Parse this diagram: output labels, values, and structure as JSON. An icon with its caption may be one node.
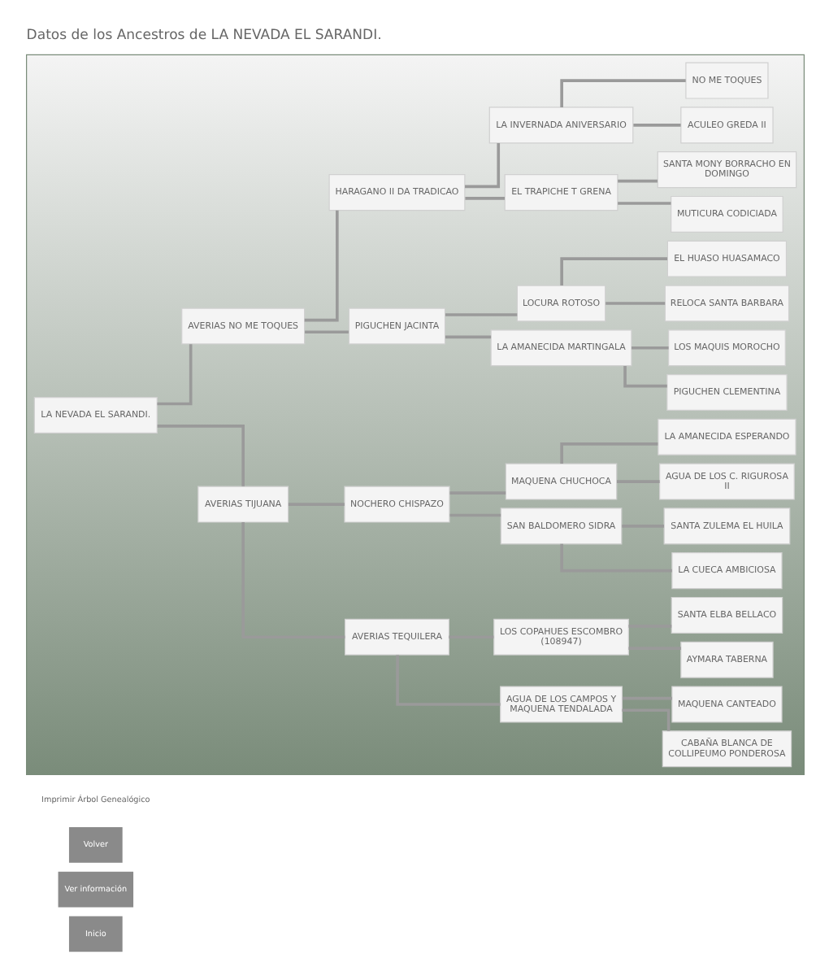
{
  "diagram": {
    "title": "Datos de los Ancestros de LA NEVADA EL SARANDI.",
    "nodes": [
      {
        "text": [],
        "shape": "box"
      },
      {
        "text": [
          "LA NEVADA EL SARANDI."
        ],
        "in": 0
      },
      {
        "text": [
          "AVERIAS NO ME TOQUES"
        ],
        "in": 0
      },
      {
        "text": [
          "AVERIAS TIJUANA"
        ],
        "in": 0
      },
      {
        "text": [
          "HARAGANO II DA TRADICAO"
        ],
        "in": 0
      },
      {
        "text": [
          "PIGUCHEN JACINTA"
        ],
        "in": 0
      },
      {
        "text": [
          "NOCHERO CHISPAZO"
        ],
        "in": 0
      },
      {
        "text": [
          "AVERIAS TEQUILERA"
        ],
        "in": 0
      },
      {
        "text": [
          "LA INVERNADA ANIVERSARIO"
        ],
        "in": 0
      },
      {
        "text": [
          "EL TRAPICHE T GRENA"
        ],
        "in": 0
      },
      {
        "text": [
          "LOCURA ROTOSO"
        ],
        "in": 0
      },
      {
        "text": [
          "LA AMANECIDA MARTINGALA"
        ],
        "in": 0
      },
      {
        "text": [
          "MAQUENA CHUCHOCA"
        ],
        "in": 0
      },
      {
        "text": [
          "SAN BALDOMERO SIDRA"
        ],
        "in": 0
      },
      {
        "text": [
          "LOS COPAHUES ESCOMBRO (108947)"
        ],
        "in": 0
      },
      {
        "text": [
          "AGUA DE LOS CAMPOS Y MAQUENA TENDALADA"
        ],
        "in": 0
      },
      {
        "text": [
          "NO ME TOQUES"
        ],
        "in": 0
      },
      {
        "text": [
          "ACULEO GREDA II"
        ],
        "in": 0
      },
      {
        "text": [
          "SANTA MONY BORRACHO EN DOMINGO"
        ],
        "in": 0
      },
      {
        "text": [
          "MUTICURA CODICIADA"
        ],
        "in": 0
      },
      {
        "text": [
          "EL HUASO HUASAMACO"
        ],
        "in": 0
      },
      {
        "text": [
          "RELOCA SANTA BARBARA"
        ],
        "in": 0
      },
      {
        "text": [
          "LOS MAQUIS MOROCHO"
        ],
        "in": 0
      },
      {
        "text": [
          "PIGUCHEN CLEMENTINA"
        ],
        "in": 0
      },
      {
        "text": [
          "LA AMANECIDA ESPERANDO"
        ],
        "in": 0
      },
      {
        "text": [
          "AGUA DE LOS C. RIGUROSA II"
        ],
        "in": 0
      },
      {
        "text": [
          "SANTA ZULEMA EL HUILA"
        ],
        "in": 0
      },
      {
        "text": [
          "LA CUECA AMBICIOSA"
        ],
        "in": 0
      },
      {
        "text": [
          "SANTA ELBA BELLACO"
        ],
        "in": 0
      },
      {
        "text": [
          "AYMARA TABERNA"
        ],
        "in": 0
      },
      {
        "text": [
          "MAQUENA CANTEADO"
        ],
        "in": 0
      },
      {
        "text": [
          "CABAÑA BLANCA DE COLLIPEUMO PONDEROSA"
        ],
        "in": 0
      }
    ],
    "edges": [
      {
        "from": 1,
        "to": 2,
        "arrow": "none"
      },
      {
        "from": 1,
        "to": 3,
        "arrow": "none"
      },
      {
        "from": 2,
        "to": 4,
        "arrow": "none"
      },
      {
        "from": 2,
        "to": 5,
        "arrow": "none"
      },
      {
        "from": 3,
        "to": 6,
        "arrow": "none"
      },
      {
        "from": 3,
        "to": 7,
        "arrow": "none"
      },
      {
        "from": 4,
        "to": 8,
        "arrow": "none"
      },
      {
        "from": 4,
        "to": 9,
        "arrow": "none"
      },
      {
        "from": 5,
        "to": 10,
        "arrow": "none"
      },
      {
        "from": 5,
        "to": 11,
        "arrow": "none"
      },
      {
        "from": 6,
        "to": 12,
        "arrow": "none"
      },
      {
        "from": 6,
        "to": 13,
        "arrow": "none"
      },
      {
        "from": 7,
        "to": 14,
        "arrow": "none"
      },
      {
        "from": 7,
        "to": 15,
        "arrow": "none"
      },
      {
        "from": 8,
        "to": 16,
        "arrow": "none"
      },
      {
        "from": 8,
        "to": 17,
        "arrow": "none"
      },
      {
        "from": 9,
        "to": 18,
        "arrow": "none"
      },
      {
        "from": 9,
        "to": 19,
        "arrow": "none"
      },
      {
        "from": 10,
        "to": 20,
        "arrow": "none"
      },
      {
        "from": 10,
        "to": 21,
        "arrow": "none"
      },
      {
        "from": 11,
        "to": 22,
        "arrow": "none"
      },
      {
        "from": 11,
        "to": 23,
        "arrow": "none"
      },
      {
        "from": 12,
        "to": 24,
        "arrow": "none"
      },
      {
        "from": 12,
        "to": 25,
        "arrow": "none"
      },
      {
        "from": 13,
        "to": 26,
        "arrow": "none"
      },
      {
        "from": 13,
        "to": 27,
        "arrow": "none"
      },
      {
        "from": 14,
        "to": 28,
        "arrow": "none"
      },
      {
        "from": 14,
        "to": 29,
        "arrow": "none"
      },
      {
        "from": 15,
        "to": 30,
        "arrow": "none"
      },
      {
        "from": 15,
        "to": 31,
        "arrow": "none"
      }
    ],
    "labels": [
      "Inicio",
      "Ver información",
      "Volver",
      "Imprimir Árbol Genealógico"
    ]
  }
}
